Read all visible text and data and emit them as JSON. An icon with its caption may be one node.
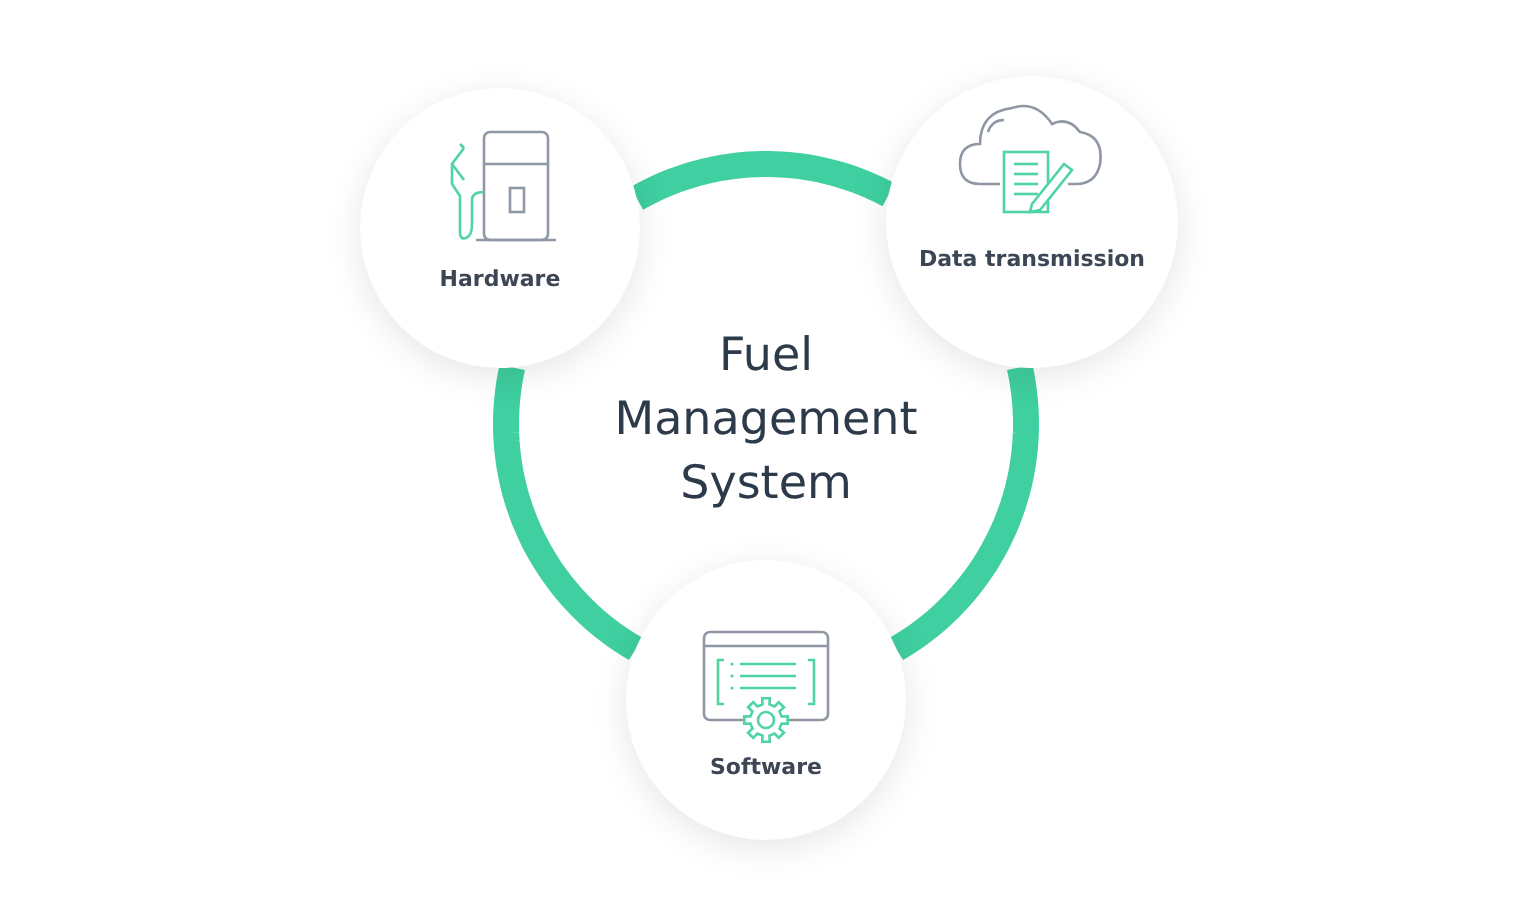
{
  "diagram": {
    "nodes": [
      {
        "text": [
          "Hardware"
        ]
      },
      {
        "text": [
          "Data transmission"
        ]
      },
      {
        "text": [
          "Software"
        ]
      }
    ],
    "edges": [
      {
        "from": 0,
        "to": 1,
        "arrow": "none"
      },
      {
        "from": 1,
        "to": 2,
        "arrow": "none"
      },
      {
        "from": 2,
        "to": 0,
        "arrow": "none"
      }
    ],
    "labels": [
      "Fuel Management System"
    ]
  }
}
